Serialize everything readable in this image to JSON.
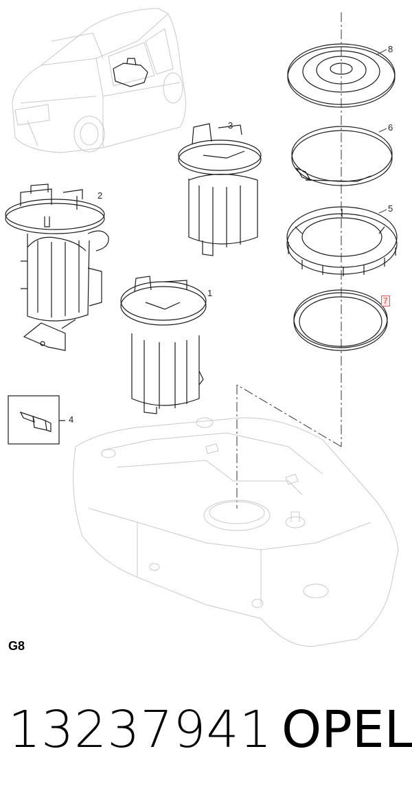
{
  "callouts": {
    "c1": "1",
    "c2": "2",
    "c3": "3",
    "c4": "4",
    "c5": "5",
    "c6": "6",
    "c7": "7",
    "c8": "8"
  },
  "section_label": "G8",
  "part_number": "13237941",
  "brand": "OPEL",
  "colors": {
    "highlight_border": "#e05a5a",
    "highlight_fill": "#fde6e6",
    "line": "#1a1a1a",
    "faint": "#c8c8c8"
  }
}
